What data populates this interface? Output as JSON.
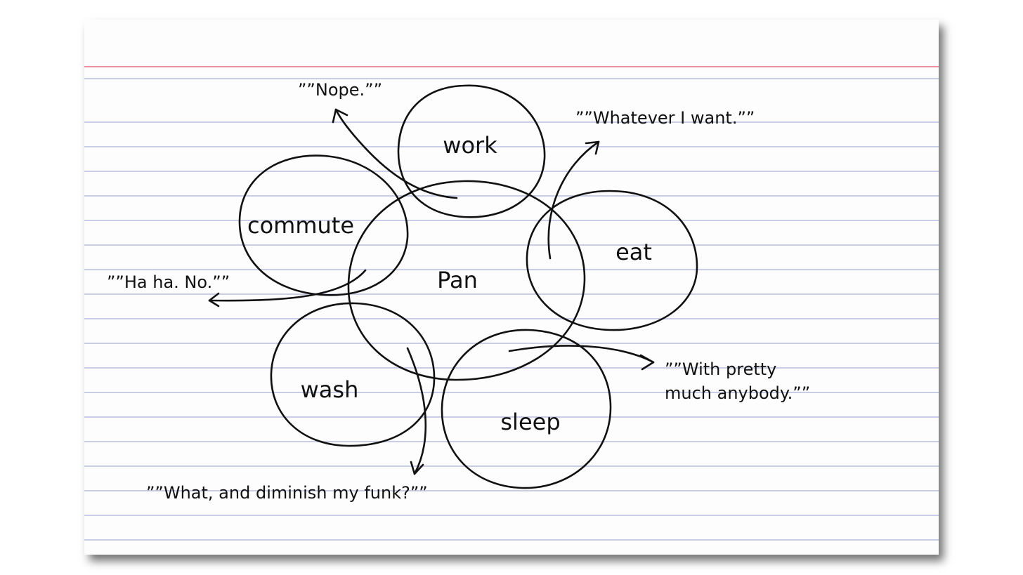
{
  "diagram": {
    "center": "Pan",
    "activities": [
      {
        "id": "work",
        "label": "work",
        "quote": "””Nope.””"
      },
      {
        "id": "eat",
        "label": "eat",
        "quote": "””Whatever I want.””"
      },
      {
        "id": "sleep",
        "label": "sleep",
        "quote_line1": "””With pretty",
        "quote_line2": "much anybody.””"
      },
      {
        "id": "wash",
        "label": "wash",
        "quote": "””What, and diminish my funk?””"
      },
      {
        "id": "commute",
        "label": "commute",
        "quote": "””Ha ha. No.””"
      }
    ]
  },
  "colors": {
    "ink": "#111111",
    "card_rule": "#c9cde6",
    "card_margin": "#e8919f",
    "card_paper": "#fdfdfd"
  }
}
